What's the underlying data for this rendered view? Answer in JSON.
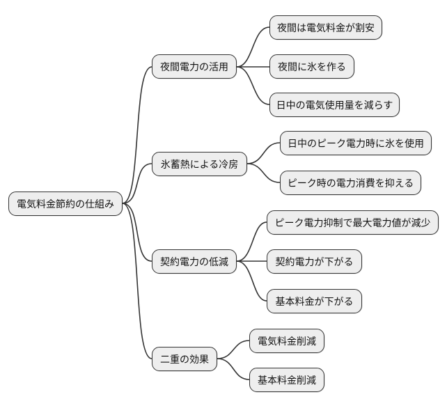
{
  "diagram": {
    "type": "mindmap",
    "background_color": "#ffffff",
    "node_fill_color": "#eeeeee",
    "node_border_color": "#333333",
    "edge_color": "#333333",
    "text_color": "#111111",
    "root": {
      "label": "電気料金節約の仕組み"
    },
    "branches": [
      {
        "label": "夜間電力の活用",
        "children": [
          "夜間は電気料金が割安",
          "夜間に氷を作る",
          "日中の電気使用量を減らす"
        ]
      },
      {
        "label": "氷蓄熱による冷房",
        "children": [
          "日中のピーク電力時に氷を使用",
          "ピーク時の電力消費を抑える"
        ]
      },
      {
        "label": "契約電力の低減",
        "children": [
          "ピーク電力抑制で最大電力値が減少",
          "契約電力が下がる",
          "基本料金が下がる"
        ]
      },
      {
        "label": "二重の効果",
        "children": [
          "電気料金削減",
          "基本料金削減"
        ]
      }
    ]
  }
}
